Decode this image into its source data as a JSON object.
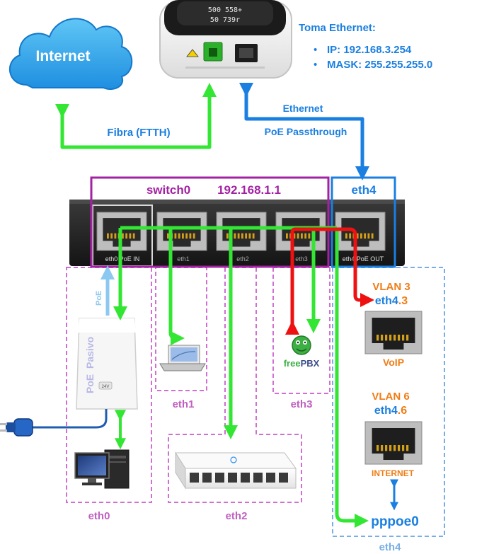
{
  "internet_label": "Internet",
  "ont": {
    "display_line1": "500 558+",
    "display_line2": "50 739r"
  },
  "toma_ethernet": {
    "title": "Toma Ethernet:",
    "bullets": [
      "IP: 192.168.3.254",
      "MASK: 255.255.255.0"
    ]
  },
  "links": {
    "fibra": "Fibra (FTTH)",
    "ethernet": "Ethernet",
    "poe_passthrough": "PoE Passthrough",
    "poe": "PoE"
  },
  "router": {
    "switch_label": "switch0",
    "switch_ip": "192.168.1.1",
    "eth4_label": "eth4",
    "ports": [
      "eth0 PoE IN",
      "eth1",
      "eth2",
      "eth3",
      "eth4 PoE OUT"
    ]
  },
  "poe_injector_label": "PoE  Pasivo",
  "injector_badge": "24V",
  "freepbx": {
    "free": "free",
    "pbx": "PBX"
  },
  "vlan3": {
    "title": "VLAN 3",
    "iface_base": "eth4",
    "iface_suffix": ".3",
    "device": "VoIP"
  },
  "vlan6": {
    "title": "VLAN 6",
    "iface_base": "eth4",
    "iface_suffix": ".6",
    "device": "INTERNET"
  },
  "pppoe": "pppoe0",
  "zones": {
    "eth0": "eth0",
    "eth1": "eth1",
    "eth2": "eth2",
    "eth3": "eth3",
    "eth4": "eth4"
  },
  "colors": {
    "green": "#33e633",
    "blue": "#1a7fe0",
    "red": "#ee1111",
    "magenta": "#a322a3",
    "zone_pink": "#d070d0",
    "zone_blue": "#79aee6",
    "orange": "#f07d16"
  },
  "icons": [
    "cloud-icon",
    "ont-device",
    "power-plug-icon",
    "desktop-pc-icon",
    "laptop-icon",
    "network-switch-icon",
    "rj45-port-icon",
    "freepbx-logo"
  ]
}
